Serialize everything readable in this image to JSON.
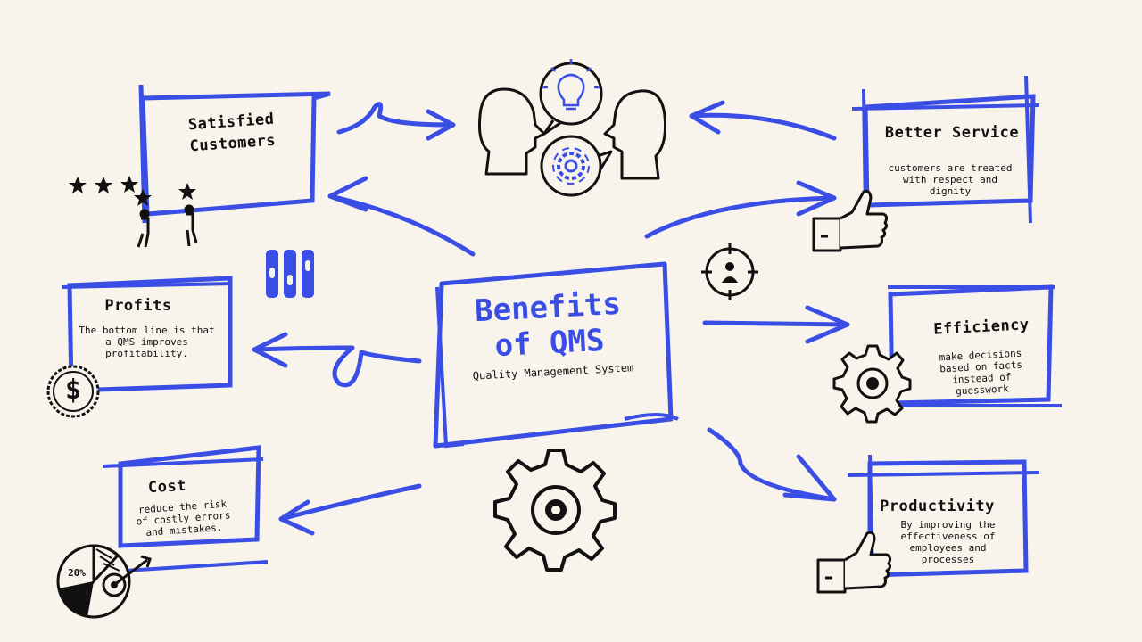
{
  "colors": {
    "accent": "#3a4ee6",
    "ink": "#111111",
    "background": "#f8f4ec"
  },
  "center": {
    "title_line1": "Benefits",
    "title_line2": "of QMS",
    "subtitle": "Quality Management System"
  },
  "cards": {
    "satisfied_customers": {
      "title_line1": "Satisfied",
      "title_line2": "Customers"
    },
    "profits": {
      "title": "Profits",
      "body": "The bottom line is that a QMS improves profitability."
    },
    "cost": {
      "title": "Cost",
      "body": "reduce the risk of costly errors and mistakes."
    },
    "better_service": {
      "title": "Better Service",
      "body": "customers are treated with respect and dignity"
    },
    "efficiency": {
      "title": "Efficiency",
      "body": "make decisions based on facts instead of guesswork"
    },
    "productivity": {
      "title": "Productivity",
      "body": "By improving the effectiveness of employees and processes"
    }
  },
  "pie_label": "20%",
  "icons": [
    "star-icon",
    "people-icon",
    "thumbs-up-icon",
    "gear-icon",
    "lightbulb-icon",
    "dollar-coin-icon",
    "pie-chart-icon",
    "target-icon",
    "person-target-icon",
    "switch-icon"
  ]
}
